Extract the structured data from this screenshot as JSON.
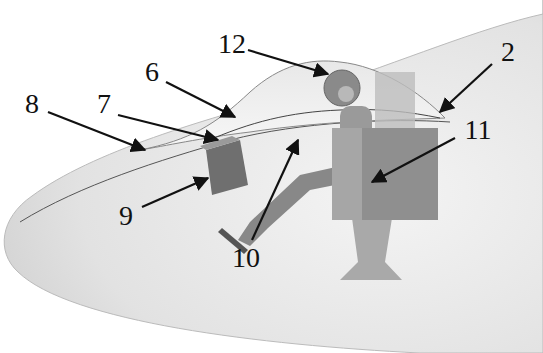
{
  "diagram": {
    "labels": [
      "12",
      "2",
      "6",
      "8",
      "7",
      "11",
      "9",
      "10"
    ]
  }
}
